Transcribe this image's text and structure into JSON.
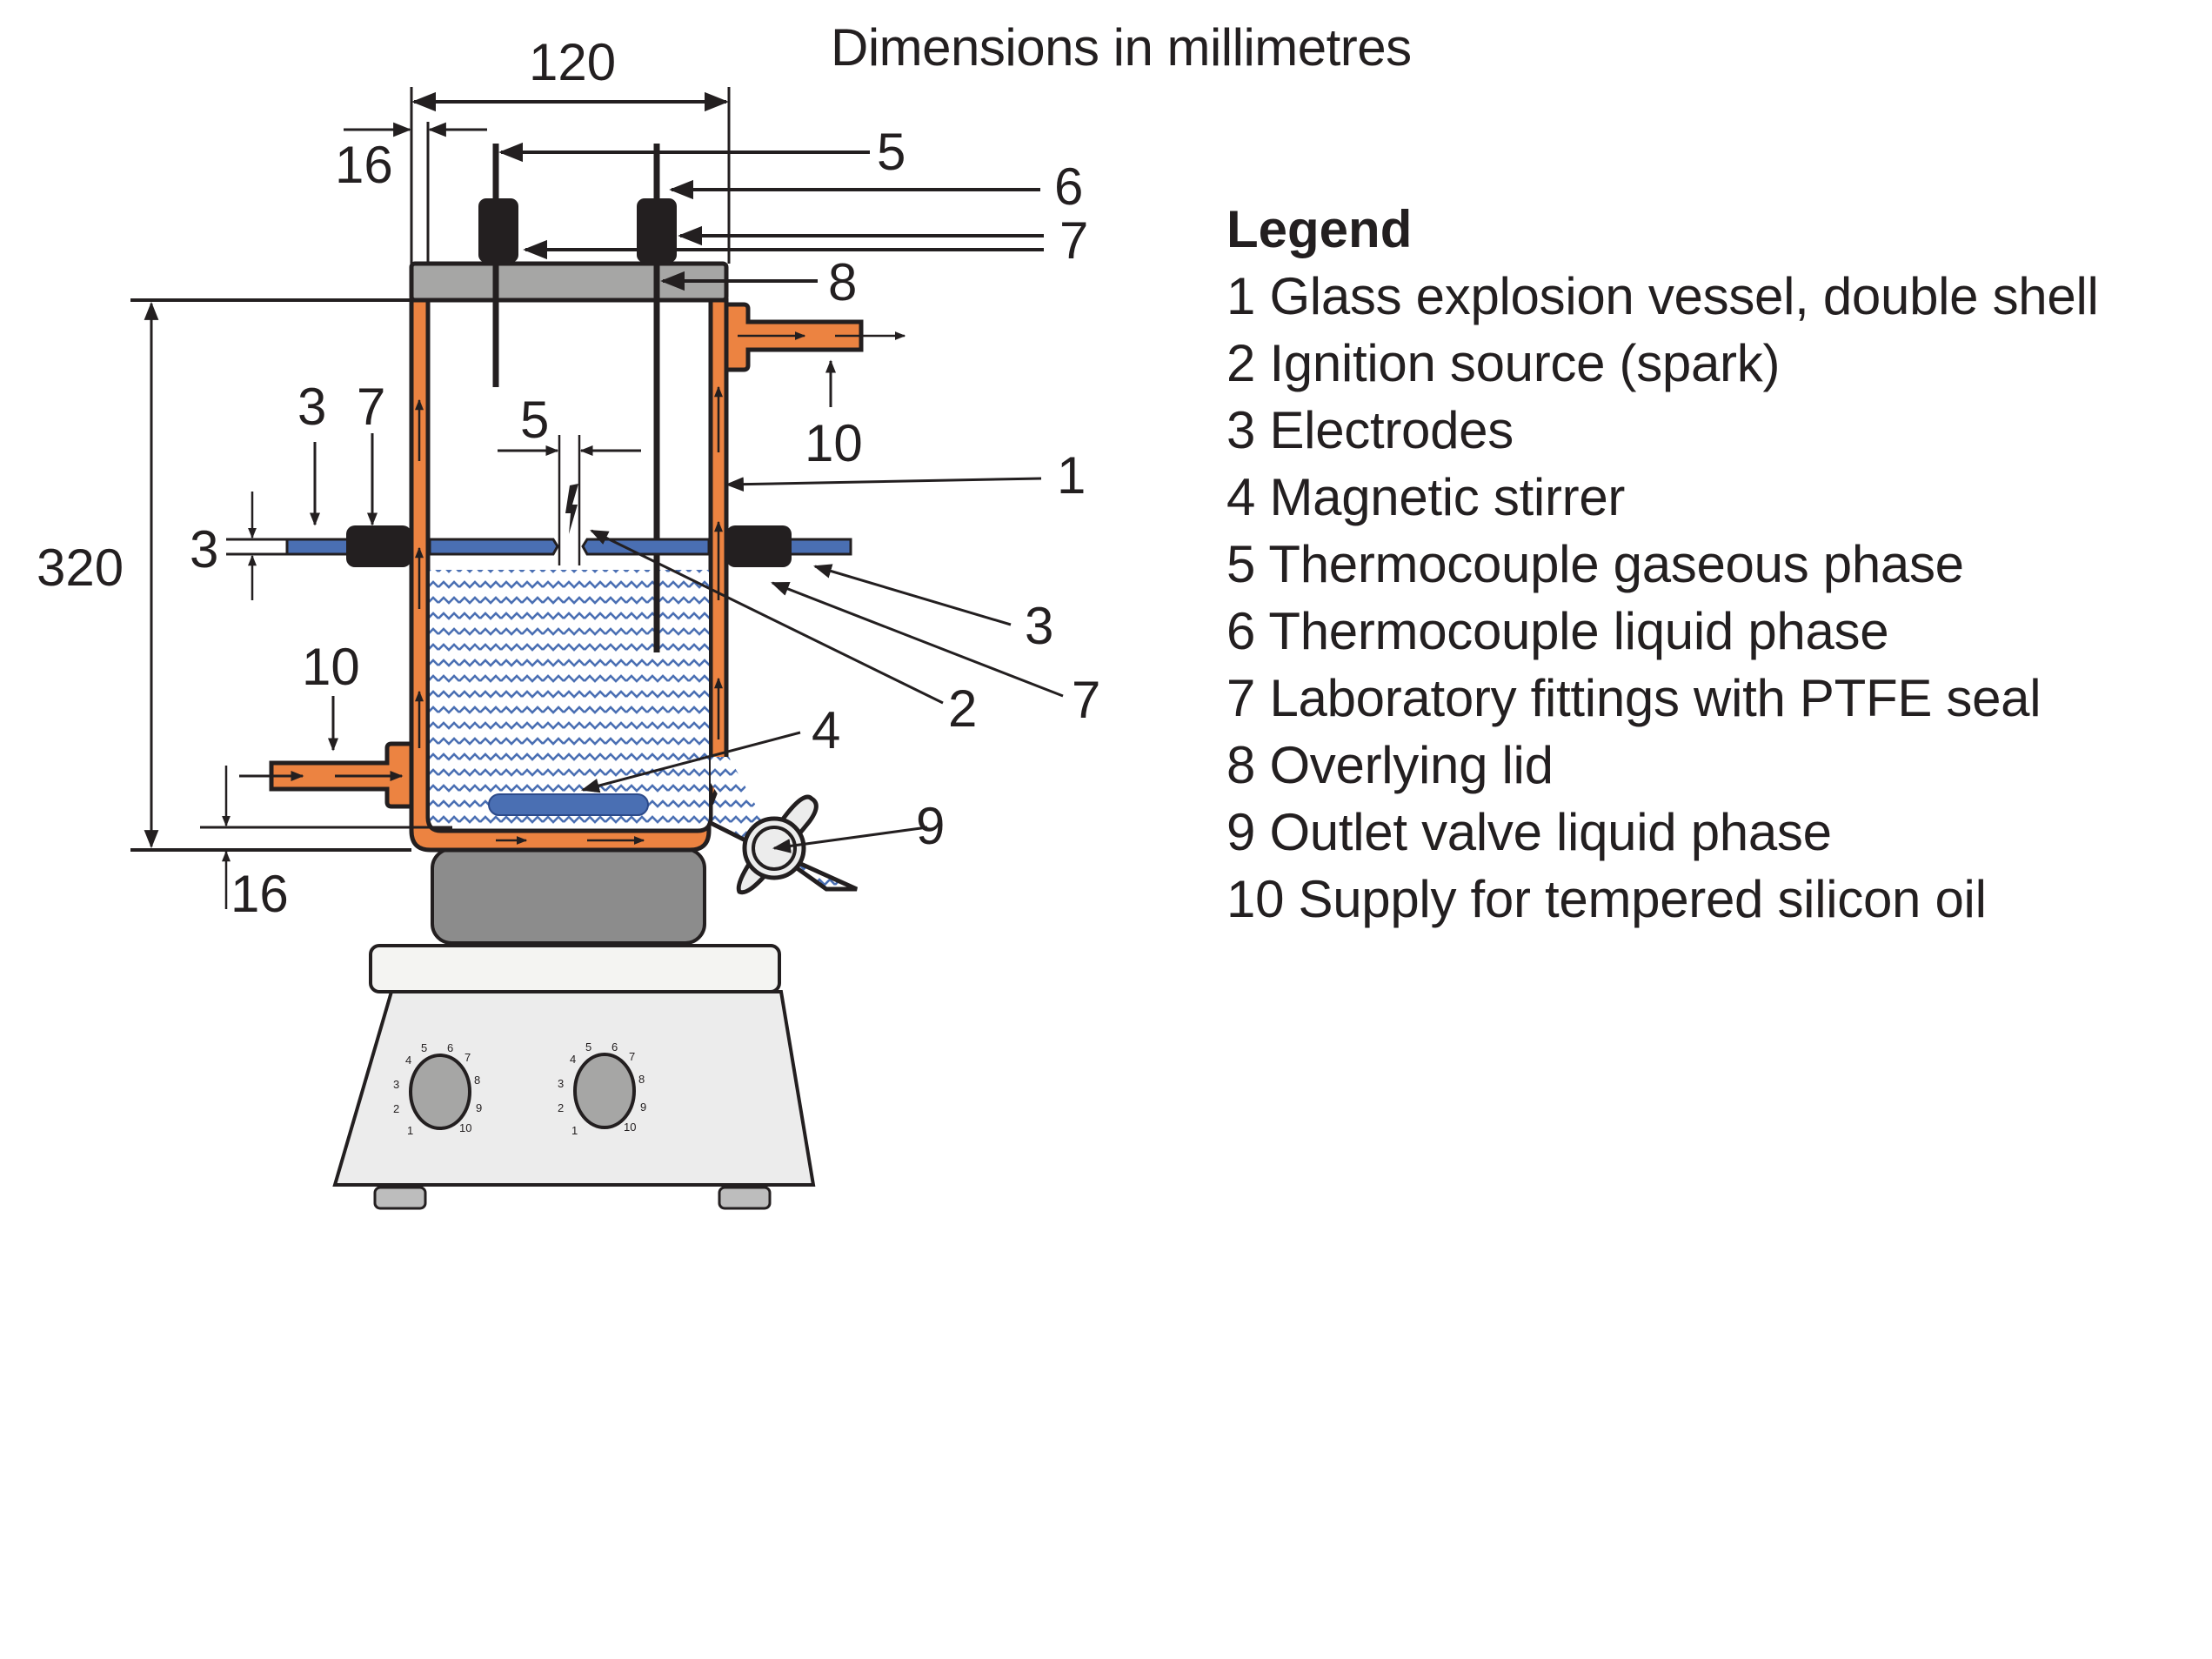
{
  "figure": {
    "title": "Dimensions in millimetres",
    "dimensions": {
      "width_outer": "120",
      "wall_top": "16",
      "height_total": "320",
      "electrode_diameter": "3",
      "spark_gap": "5",
      "wall_bottom": "16"
    },
    "callouts": {
      "c5_top": "5",
      "c6_top": "6",
      "c7_top": "7",
      "c8_lid": "8",
      "c10_outlet": "10",
      "c1_vessel": "1",
      "c3_left": "3",
      "c7_left": "7",
      "c3_right": "3",
      "c2_spark": "2",
      "c7_right": "7",
      "c10_inlet": "10",
      "c4_stirrer": "4",
      "c9_valve": "9"
    },
    "dial_left": [
      "1",
      "2",
      "3",
      "4",
      "5",
      "6",
      "7",
      "8",
      "9",
      "10"
    ],
    "dial_right": [
      "1",
      "2",
      "3",
      "4",
      "5",
      "6",
      "7",
      "8",
      "9",
      "10"
    ],
    "colors": {
      "jacket_oil": "#ec8341",
      "electrode": "#4a6fb3",
      "liquid_hatch": "#4a6fb3",
      "lid": "#a6a6a5",
      "fitting": "#231f20",
      "stirrer_pad": "#8c8c8c",
      "stirrer_plate": "#f4f4f2",
      "stirrer_body": "#ececec",
      "stirrer_knob": "#a6a6a5",
      "stirrer_feet": "#bdbdbd",
      "outline": "#231f20"
    }
  },
  "legend": {
    "title": "Legend",
    "items": [
      "1 Glass explosion vessel, double shell",
      "2 Ignition source (spark)",
      "3 Electrodes",
      "4 Magnetic stirrer",
      "5 Thermocouple gaseous phase",
      "6 Thermocouple liquid phase",
      "7 Laboratory fittings with PTFE seal",
      "8 Overlying lid",
      "9 Outlet valve liquid phase",
      "10 Supply for tempered silicon oil"
    ]
  }
}
